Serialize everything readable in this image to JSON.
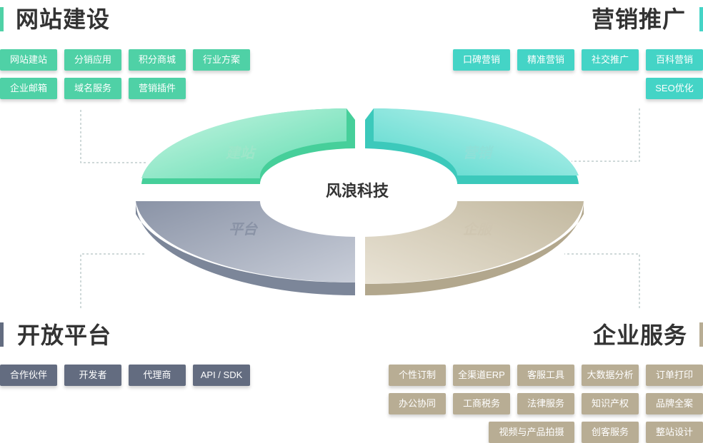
{
  "sections": {
    "website": {
      "title": "网站建设",
      "color": "#4fd1a6",
      "tags": [
        "网站建站",
        "分销应用",
        "积分商城",
        "行业方案",
        "企业邮箱",
        "域名服务",
        "营销插件"
      ]
    },
    "marketing": {
      "title": "营销推广",
      "color": "#44d4c6",
      "tags": [
        "口碑营销",
        "精准营销",
        "社交推广",
        "百科营销",
        "SEO优化"
      ]
    },
    "platform": {
      "title": "开放平台",
      "color": "#636c80",
      "tags": [
        "合作伙伴",
        "开发者",
        "代理商",
        "API / SDK"
      ]
    },
    "service": {
      "title": "企业服务",
      "color": "#b8ad94",
      "tags": [
        "个性订制",
        "全渠道ERP",
        "客服工具",
        "大数据分析",
        "订单打印",
        "办公协同",
        "工商税务",
        "法律服务",
        "知识产权",
        "品牌全案",
        "视频与产品拍摄",
        "创客服务",
        "整站设计"
      ]
    }
  },
  "ring": {
    "center": "风浪科技",
    "segments": {
      "website": "建站",
      "marketing": "营销",
      "platform": "平台",
      "service": "企服"
    }
  }
}
